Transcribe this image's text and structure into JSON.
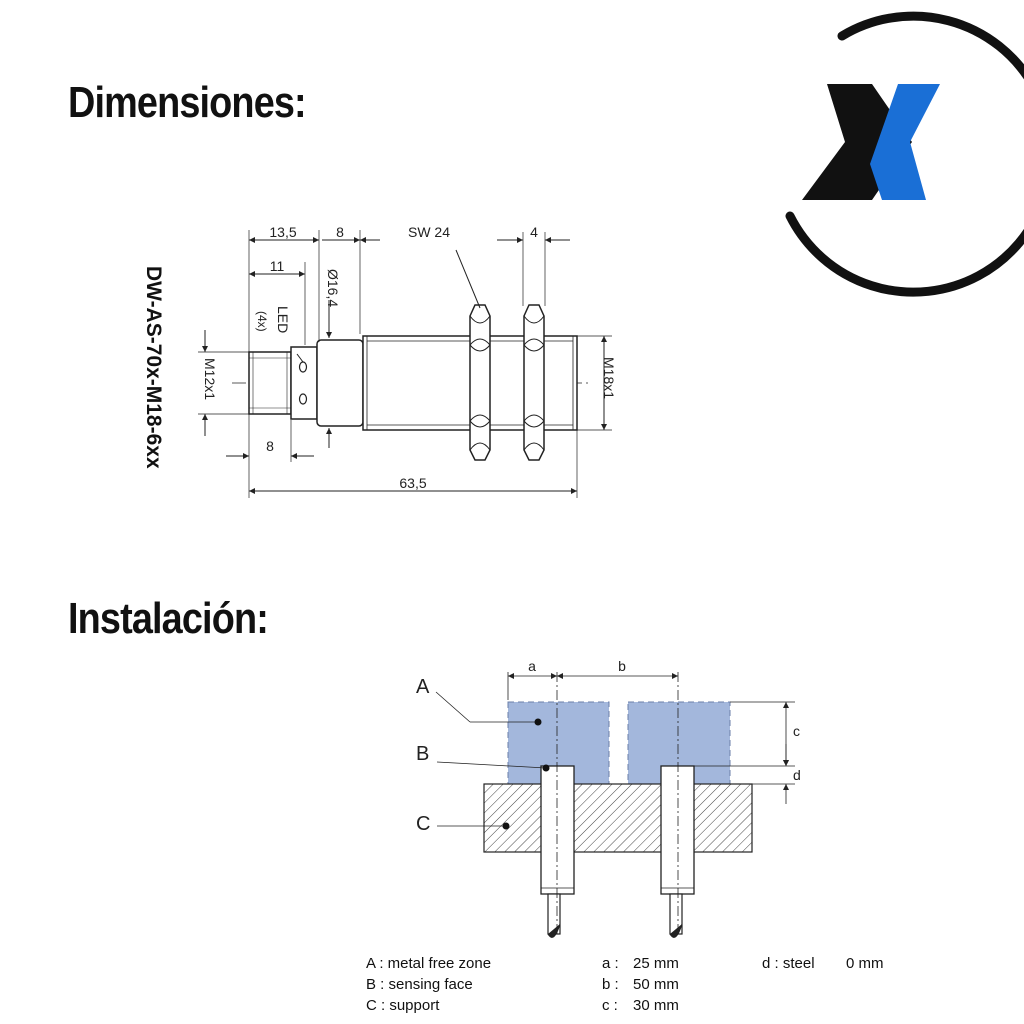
{
  "headings": {
    "dimensions": "Dimensiones:",
    "installation": "Instalación:"
  },
  "logo": {
    "icon": "x-logo-icon",
    "colors": {
      "dark": "#111111",
      "blue": "#1a6fd6"
    }
  },
  "dimension_drawing": {
    "model": "DW-AS-70x-M18-6xx",
    "dims": {
      "d13_5": "13,5",
      "d8_top": "8",
      "sw": "SW 24",
      "d4": "4",
      "d11": "11",
      "dia": "Ø16,4",
      "led": "LED",
      "led_count": "(4x)",
      "m12": "M12x1",
      "m18": "M18x1",
      "d8_bottom": "8",
      "d63_5": "63,5"
    }
  },
  "installation_drawing": {
    "labels": {
      "A": "A",
      "B": "B",
      "C": "C",
      "a": "a",
      "b": "b",
      "c": "c",
      "d": "d"
    },
    "colors": {
      "free_zone": "#a3b7dc"
    },
    "legend": {
      "A": "A : metal free zone",
      "B": "B : sensing face",
      "C": "C : support",
      "a_key": "a :",
      "a_val": "25 mm",
      "b_key": "b :",
      "b_val": "50 mm",
      "c_key": "c :",
      "c_val": "30 mm",
      "d_key": "d : steel",
      "d_val": "0 mm"
    }
  }
}
